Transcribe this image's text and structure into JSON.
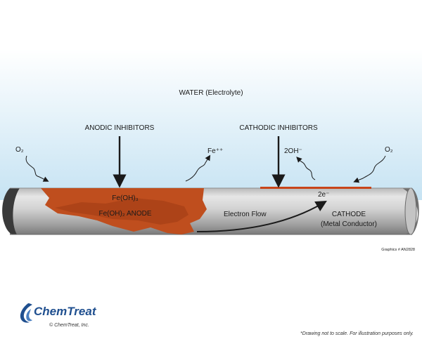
{
  "diagram": {
    "water_label": "WATER (Electrolyte)",
    "anodic_label": "ANODIC INHIBITORS",
    "cathodic_label": "CATHODIC INHIBITORS",
    "o2_left": "O₂",
    "o2_right": "O₂",
    "fe_ion": "Fe⁺⁺",
    "hydroxide": "2OH⁻",
    "feoh3": "Fe(OH)₃",
    "anode_label": "Fe(OH)₂ ANODE",
    "electron_flow": "Electron Flow",
    "electrons": "2e⁻",
    "cathode_label": "CATHODE",
    "cathode_sub": "(Metal Conductor)",
    "graphics_id": "Graphics # AN2828"
  },
  "footer": {
    "brand": "ChemTreat",
    "copyright": "© ChemTreat, Inc.",
    "note": "*Drawing not to scale. For illustration purposes only."
  },
  "colors": {
    "water_top": "#ffffff",
    "water_bottom": "#c6e3f3",
    "pipe_light": "#d6d6d6",
    "pipe_dark": "#8a8a8a",
    "rust": "#bf4e1e",
    "brand": "#1f4f8f"
  }
}
